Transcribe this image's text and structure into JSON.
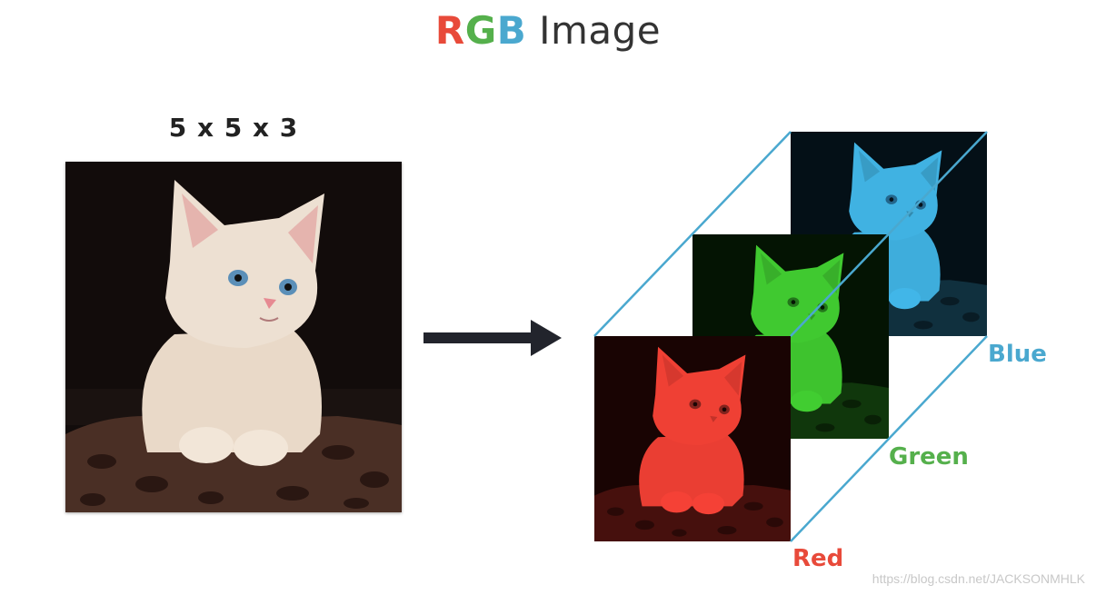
{
  "header": {
    "r": "R",
    "g": "G",
    "b": "B",
    "rest": " Image",
    "colors": {
      "r": "#e84a3a",
      "g": "#55b04c",
      "b": "#4aa8cf"
    }
  },
  "left": {
    "dims_label": "5 x 5 x 3"
  },
  "channels": [
    {
      "name": "Blue",
      "color": "#4aa8cf"
    },
    {
      "name": "Green",
      "color": "#55b04c"
    },
    {
      "name": "Red",
      "color": "#e84a3a"
    }
  ],
  "watermark": "https://blog.csdn.net/JACKSONMHLK"
}
